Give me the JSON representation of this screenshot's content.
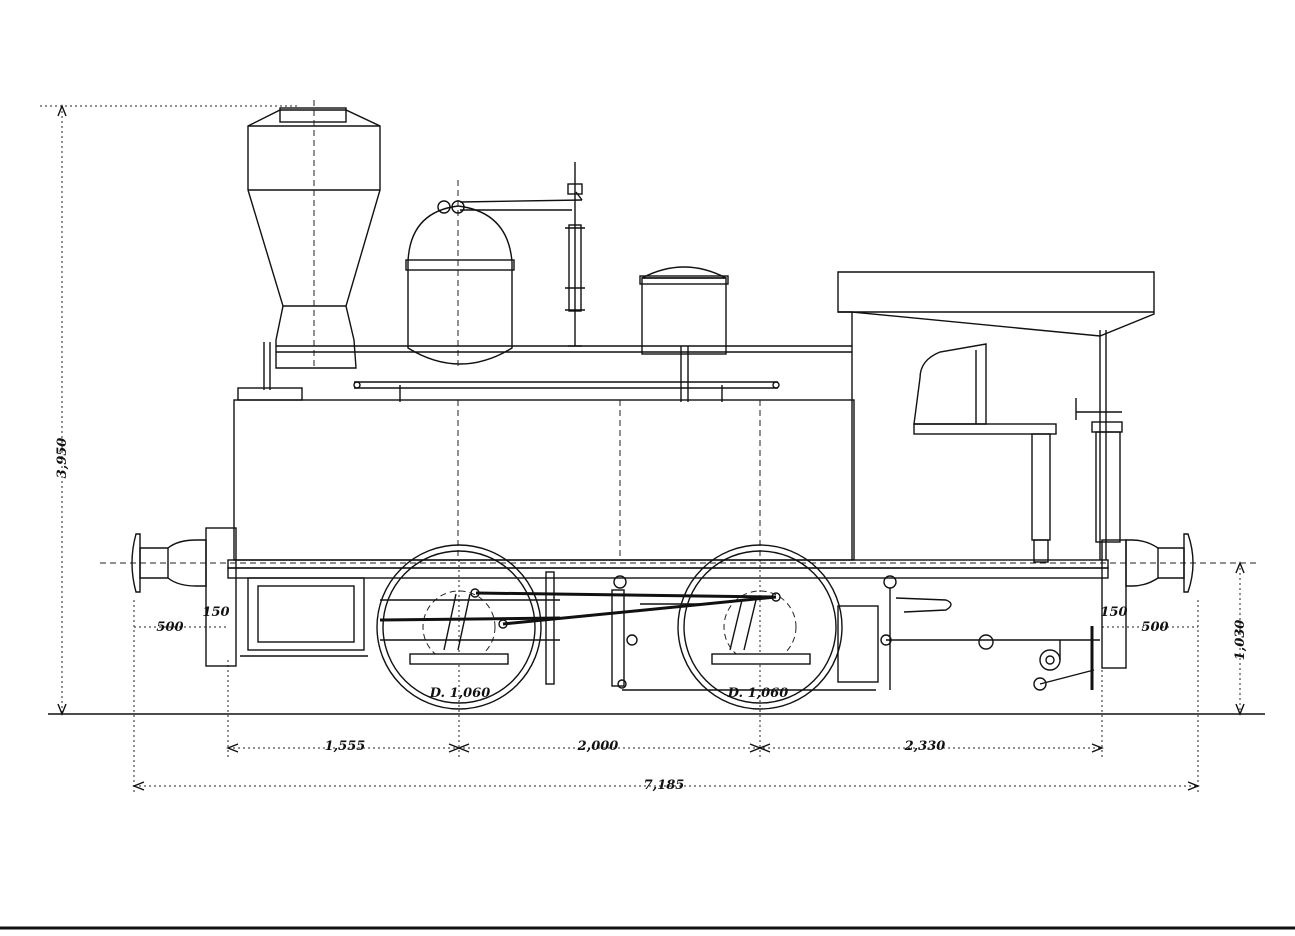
{
  "dimensions": {
    "overall_height": "3,950",
    "buffer_height": "1,030",
    "front_overhang": "1,555",
    "wheelbase": "2,000",
    "rear_overhang": "2,330",
    "overall_length": "7,185",
    "buffer_length_front": "500",
    "buffer_length_rear": "500",
    "beam_front": "150",
    "beam_rear": "150"
  },
  "wheels": {
    "front_label": "D. 1,060",
    "rear_label": "D. 1,060"
  }
}
